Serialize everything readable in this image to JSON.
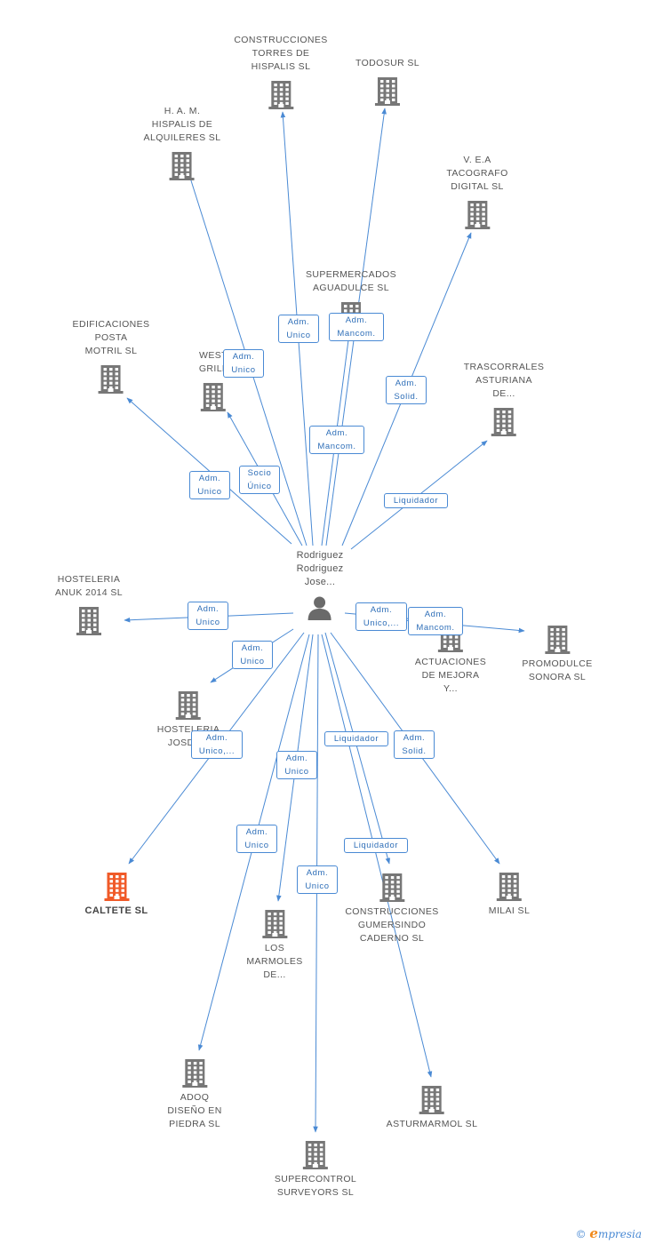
{
  "center": {
    "label": "Rodriguez\nRodriguez\nJose..."
  },
  "companies": [
    {
      "id": "construcciones-torres",
      "label": "CONSTRUCCIONES\nTORRES DE\nHISPALIS SL",
      "highlight": false
    },
    {
      "id": "todosur",
      "label": "TODOSUR SL",
      "highlight": false
    },
    {
      "id": "ham-hispalis",
      "label": "H. A. M.\nHISPALIS DE\nALQUILERES SL",
      "highlight": false
    },
    {
      "id": "vea-tacografo",
      "label": "V. E.A\nTACOGRAFO\nDIGITAL SL",
      "highlight": false
    },
    {
      "id": "supermercados",
      "label": "SUPERMERCADOS\nAGUADULCE SL",
      "highlight": false
    },
    {
      "id": "edificaciones",
      "label": "EDIFICACIONES\nPOSTA\nMOTRIL SL",
      "highlight": false
    },
    {
      "id": "west-grill",
      "label": "WEST\nGRILL",
      "highlight": false
    },
    {
      "id": "trascorrales",
      "label": "TRASCORRALES\nASTURIANA\nDE...",
      "highlight": false
    },
    {
      "id": "hosteleria-anuk",
      "label": "HOSTELERIA\nANUK 2014  SL",
      "highlight": false
    },
    {
      "id": "actuaciones",
      "label": "ACTUACIONES\nDE MEJORA\nY...",
      "highlight": false
    },
    {
      "id": "promodulce",
      "label": "PROMODULCE\nSONORA SL",
      "highlight": false
    },
    {
      "id": "hosteleria-josdor",
      "label": "HOSTELERIA\nJOSDOR",
      "highlight": false
    },
    {
      "id": "caltete",
      "label": "CALTETE  SL",
      "highlight": true
    },
    {
      "id": "construcciones-gumersindo",
      "label": "CONSTRUCCIONES\nGUMERSINDO\nCADERNO SL",
      "highlight": false
    },
    {
      "id": "milai",
      "label": "MILAI  SL",
      "highlight": false
    },
    {
      "id": "los-marmoles",
      "label": "LOS\nMARMOLES\nDE...",
      "highlight": false
    },
    {
      "id": "adoq",
      "label": "ADOQ\nDISEÑO EN\nPIEDRA SL",
      "highlight": false
    },
    {
      "id": "asturmarmol",
      "label": "ASTURMARMOL SL",
      "highlight": false
    },
    {
      "id": "supercontrol",
      "label": "SUPERCONTROL\nSURVEYORS SL",
      "highlight": false
    }
  ],
  "edges": [
    {
      "to": "construcciones-torres",
      "label": "Adm.\nUnico"
    },
    {
      "to": "todosur",
      "label": "Adm.\nMancom."
    },
    {
      "to": "ham-hispalis",
      "label": "Adm.\nUnico"
    },
    {
      "to": "vea-tacografo",
      "label": "Adm.\nSolid."
    },
    {
      "to": "supermercados",
      "label": "Adm.\nMancom."
    },
    {
      "to": "edificaciones",
      "label": "Adm.\nUnico"
    },
    {
      "to": "west-grill",
      "label": "Socio\nÚnico"
    },
    {
      "to": "trascorrales",
      "label": "Liquidador"
    },
    {
      "to": "hosteleria-anuk",
      "label": "Adm.\nUnico"
    },
    {
      "to": "actuaciones",
      "label": "Adm.\nUnico,..."
    },
    {
      "to": "promodulce",
      "label": "Adm.\nMancom."
    },
    {
      "to": "hosteleria-josdor",
      "label": "Adm.\nUnico"
    },
    {
      "to": "caltete",
      "label": "Adm.\nUnico,..."
    },
    {
      "to": "construcciones-gumersindo",
      "label": "Liquidador"
    },
    {
      "to": "milai",
      "label": "Adm.\nSolid."
    },
    {
      "to": "los-marmoles",
      "label": "Adm.\nUnico"
    },
    {
      "to": "adoq",
      "label": "Adm.\nUnico"
    },
    {
      "to": "asturmarmol",
      "label": "Liquidador"
    },
    {
      "to": "supercontrol",
      "label": "Adm.\nUnico"
    }
  ],
  "footer": {
    "copyright": "©",
    "brand_initial": "e",
    "brand_rest": "mpresia"
  },
  "colors": {
    "edge": "#4a8ad4",
    "building": "#777777",
    "highlight": "#f05a28",
    "label_border": "#4a8ad4"
  }
}
